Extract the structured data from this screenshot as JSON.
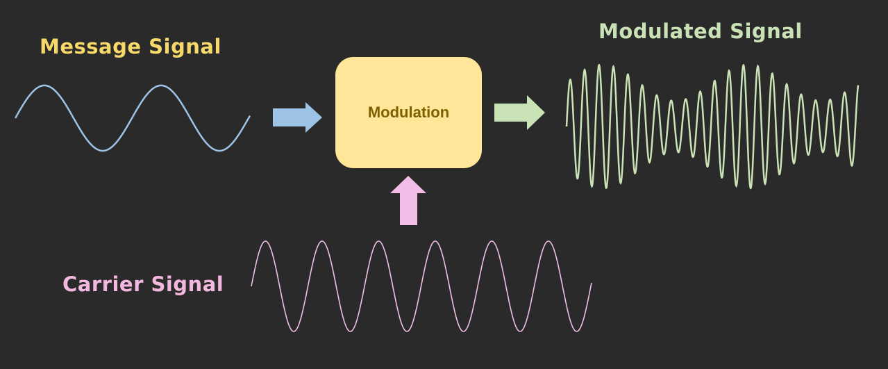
{
  "labels": {
    "message": "Message Signal",
    "modulated": "Modulated Signal",
    "carrier": "Carrier Signal"
  },
  "block": {
    "label": "Modulation"
  },
  "colors": {
    "background": "#2a2a2a",
    "message": "#9dc3e6",
    "message_label": "#f7d96a",
    "carrier": "#f2bde6",
    "carrier_label": "#f2b8e0",
    "modulated": "#c9e2b6",
    "block_fill": "#ffe699",
    "block_text": "#7f6000"
  }
}
